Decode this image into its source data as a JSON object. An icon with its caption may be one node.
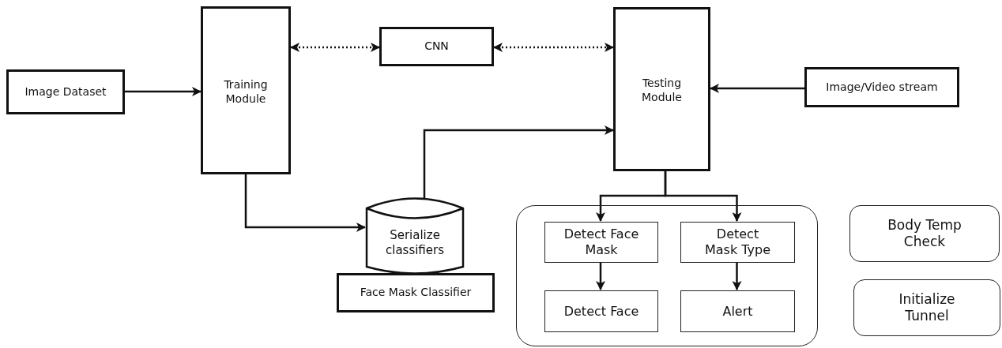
{
  "diagram": {
    "nodes": [
      {
        "text": [
          "Image Dataset"
        ]
      },
      {
        "text": [
          "Training Module"
        ]
      },
      {
        "text": [
          "CNN"
        ]
      },
      {
        "text": [
          "Testing Module"
        ]
      },
      {
        "text": [
          "Image/Video stream"
        ]
      },
      {
        "text": [
          "Serialize classifiers"
        ]
      },
      {
        "text": [
          "Face Mask Classifier"
        ]
      },
      {
        "text": [],
        "shape": "box"
      },
      {
        "text": [
          "Detect Face Mask"
        ],
        "in": 7
      },
      {
        "text": [
          "Detect Mask Type"
        ],
        "in": 7
      },
      {
        "text": [
          "Detect Face"
        ],
        "in": 7
      },
      {
        "text": [
          "Alert"
        ],
        "in": 7
      },
      {
        "text": [
          "Body Temp Check"
        ]
      },
      {
        "text": [
          "Initialize Tunnel"
        ]
      }
    ],
    "edges": [
      {
        "from": 0,
        "to": 1,
        "arrow": "to"
      },
      {
        "from": 1,
        "to": 2,
        "arrow": "both",
        "style": "dashed"
      },
      {
        "from": 2,
        "to": 3,
        "arrow": "both",
        "style": "dashed"
      },
      {
        "from": 4,
        "to": 3,
        "arrow": "to"
      },
      {
        "from": 1,
        "to": 5,
        "arrow": "to"
      },
      {
        "from": 5,
        "to": 3,
        "arrow": "to"
      },
      {
        "from": 3,
        "to": 8,
        "arrow": "to"
      },
      {
        "from": 3,
        "to": 9,
        "arrow": "to"
      },
      {
        "from": 8,
        "to": 10,
        "arrow": "to"
      },
      {
        "from": 9,
        "to": 11,
        "arrow": "to"
      }
    ]
  }
}
